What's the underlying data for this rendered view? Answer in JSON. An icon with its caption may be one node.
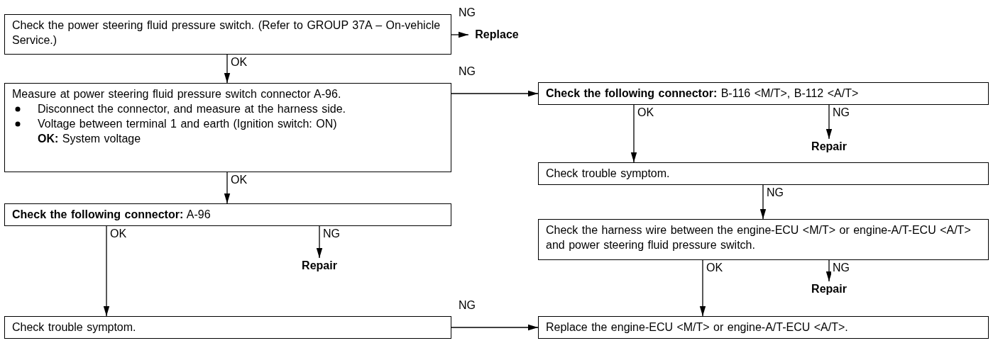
{
  "diagram": {
    "nodes": [
      {
        "text": [
          "Check the power steering fluid pressure switch. (Refer to GROUP 37A – On-vehicle Service.)"
        ]
      },
      {
        "text": [
          "Replace"
        ]
      },
      {
        "text": [
          "Measure at power steering fluid pressure switch connector A-96.",
          "Disconnect the connector, and measure at the harness side.",
          "Voltage between terminal 1 and earth (Ignition switch: ON)",
          "**OK:** System voltage"
        ]
      },
      {
        "text": [
          "**Check the following connector:** B-116 <M/T>, B-112 <A/T>"
        ]
      },
      {
        "text": [
          "Repair"
        ]
      },
      {
        "text": [
          "Check trouble symptom."
        ]
      },
      {
        "text": [
          "**Check the following connector:** A-96"
        ]
      },
      {
        "text": [
          "Repair"
        ]
      },
      {
        "text": [
          "Check the harness wire between the engine-ECU <M/T> or engine-A/T-ECU <A/T> and power steering fluid pressure switch."
        ]
      },
      {
        "text": [
          "Repair"
        ]
      },
      {
        "text": [
          "Check trouble symptom."
        ]
      },
      {
        "text": [
          "Replace the engine-ECU <M/T> or engine-A/T-ECU <A/T>."
        ]
      }
    ],
    "edges": [
      {
        "from": 0,
        "to": 1,
        "arrow": "to",
        "label": "NG"
      },
      {
        "from": 0,
        "to": 2,
        "arrow": "to",
        "label": "OK"
      },
      {
        "from": 2,
        "to": 3,
        "arrow": "to",
        "label": "NG"
      },
      {
        "from": 3,
        "to": 5,
        "arrow": "to",
        "label": "OK"
      },
      {
        "from": 3,
        "to": 4,
        "arrow": "to",
        "label": "NG"
      },
      {
        "from": 2,
        "to": 6,
        "arrow": "to",
        "label": "OK"
      },
      {
        "from": 6,
        "to": 10,
        "arrow": "to",
        "label": "OK"
      },
      {
        "from": 6,
        "to": 7,
        "arrow": "to",
        "label": "NG"
      },
      {
        "from": 5,
        "to": 8,
        "arrow": "to",
        "label": "NG"
      },
      {
        "from": 8,
        "to": 11,
        "arrow": "to",
        "label": "OK"
      },
      {
        "from": 8,
        "to": 9,
        "arrow": "to",
        "label": "NG"
      },
      {
        "from": 10,
        "to": 11,
        "arrow": "to",
        "label": "NG"
      }
    ]
  }
}
